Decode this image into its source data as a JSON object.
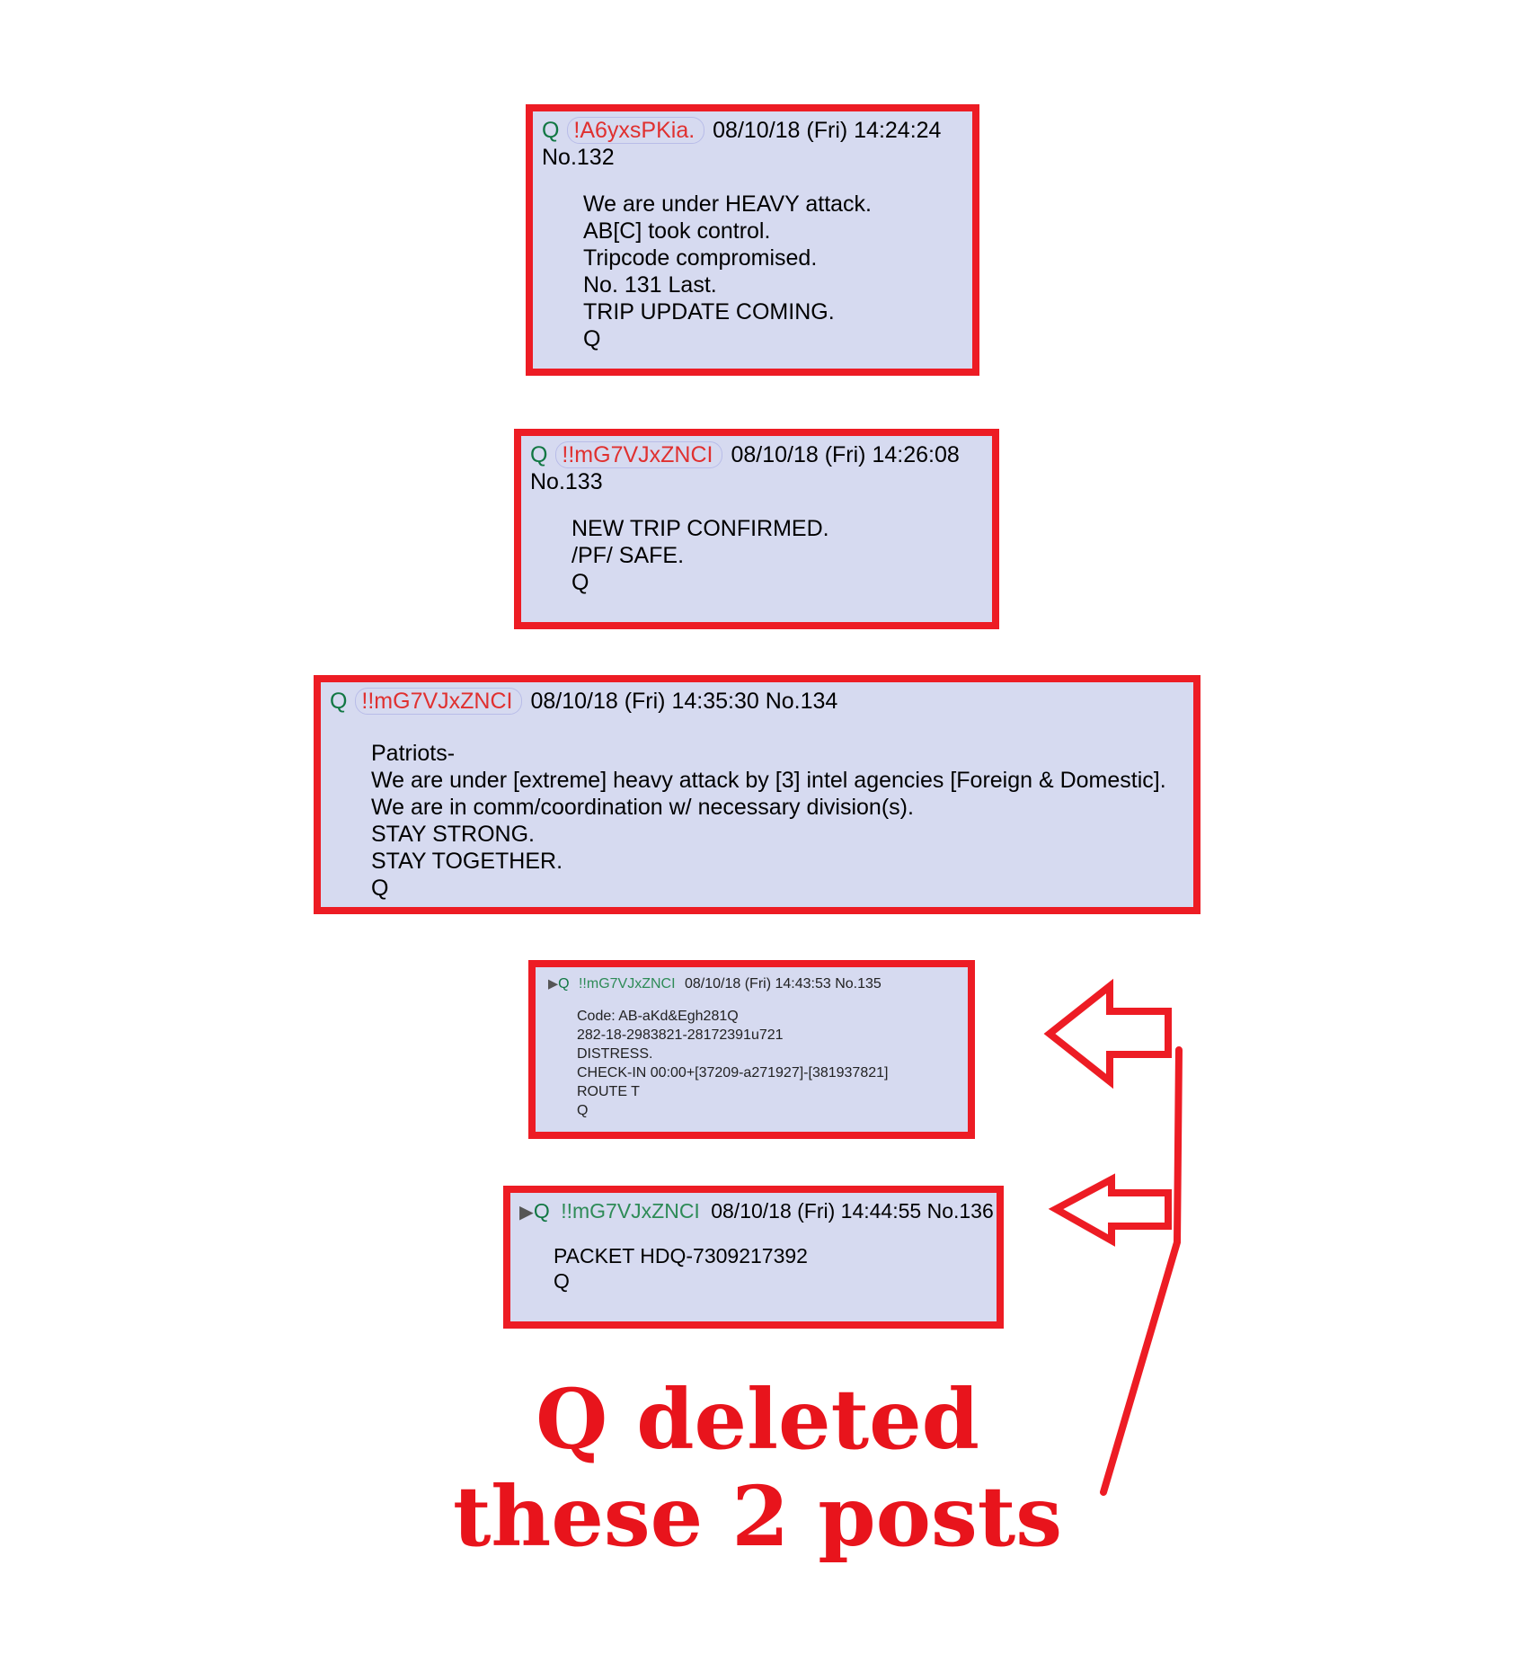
{
  "posts": [
    {
      "name": "Q",
      "trip": "!A6yxsPKia.",
      "date": "08/10/18 (Fri) 14:24:24",
      "no": "No.132",
      "body": "We are under HEAVY attack.\nAB[C] took control.\nTripcode compromised.\nNo. 131 Last.\nTRIP UPDATE COMING.\nQ"
    },
    {
      "name": "Q",
      "trip": "!!mG7VJxZNCI",
      "date": "08/10/18 (Fri) 14:26:08",
      "no": "No.133",
      "body": "NEW TRIP CONFIRMED.\n/PF/ SAFE.\nQ"
    },
    {
      "name": "Q",
      "trip": "!!mG7VJxZNCI",
      "date": "08/10/18 (Fri) 14:35:30",
      "no": "No.134",
      "body": "Patriots-\nWe are under [extreme] heavy attack by [3] intel agencies [Foreign & Domestic].\nWe are in comm/coordination w/ necessary division(s).\nSTAY STRONG.\nSTAY TOGETHER.\nQ"
    },
    {
      "name": "Q",
      "trip": "!!mG7VJxZNCI",
      "date": "08/10/18 (Fri) 14:43:53",
      "no": "No.135",
      "body": "Code: AB-aKd&Egh281Q\n282-18-2983821-28172391u721\nDISTRESS.\nCHECK-IN 00:00+[37209-a271927]-[381937821]\nROUTE T\nQ"
    },
    {
      "name": "Q",
      "trip": "!!mG7VJxZNCI",
      "date": "08/10/18 (Fri) 14:44:55",
      "no": "No.136",
      "body": "PACKET HDQ-7309217392\nQ"
    }
  ],
  "caption": {
    "line1": "Q deleted",
    "line2": "these 2 posts"
  },
  "colors": {
    "annotation": "#ed1c24",
    "post_bg": "#d6daf0",
    "name": "#117743"
  }
}
